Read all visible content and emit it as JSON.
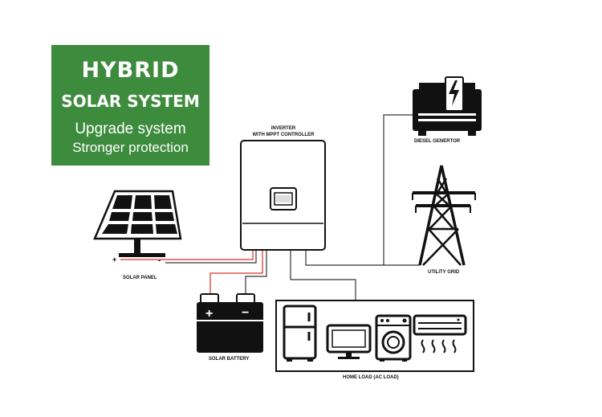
{
  "banner": {
    "line1": "HYBRID",
    "line2": "SOLAR SYSTEM",
    "line3": "Upgrade system",
    "line4": "Stronger protection",
    "background_color": "#3d8b3d"
  },
  "labels": {
    "inverter_line1": "INVERTER",
    "inverter_line2": "WITH MPPT CONTROLLER",
    "diesel_generator": "DIESEL GENERTOR",
    "utility_grid": "UTILITY GRID",
    "solar_panel": "SOLAR PANEL",
    "solar_battery": "SOLAR BATTERY",
    "home_load": "HOME LOAD (AC LOAD)",
    "panel_plus": "+",
    "panel_minus": "-"
  },
  "wire_colors": {
    "positive": "#d9302a",
    "negative": "#333333"
  },
  "icons": [
    "solar-panel-icon",
    "inverter-icon",
    "diesel-generator-icon",
    "transmission-tower-icon",
    "battery-icon",
    "refrigerator-icon",
    "monitor-icon",
    "washing-machine-icon",
    "air-conditioner-icon"
  ]
}
